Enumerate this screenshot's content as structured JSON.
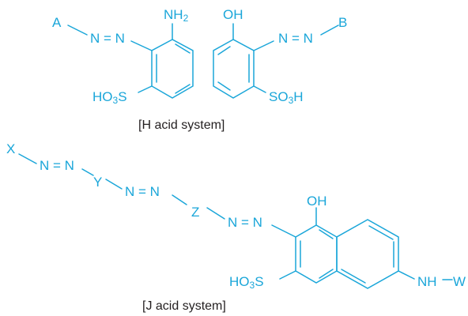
{
  "colors": {
    "structure": "#1aa6d9",
    "caption": "#231f20",
    "background": "#ffffff"
  },
  "h_acid": {
    "caption": "[H acid system]",
    "group_a": "A",
    "group_b": "B",
    "azo_left": "N = N",
    "azo_right": "N = N",
    "nh2_main": "NH",
    "nh2_sub": "2",
    "oh": "OH",
    "so3h_left_pre": "HO",
    "so3h_left_sub": "3",
    "so3h_left_post": "S",
    "so3h_right_pre": "SO",
    "so3h_right_sub": "3",
    "so3h_right_post": "H"
  },
  "j_acid": {
    "caption": "[J acid system]",
    "group_x": "X",
    "group_y": "Y",
    "group_z": "Z",
    "group_w": "W",
    "azo_1": "N = N",
    "azo_2": "N = N",
    "azo_3": "N = N",
    "oh": "OH",
    "nh": "NH",
    "so3h_pre": "HO",
    "so3h_sub": "3",
    "so3h_post": "S"
  }
}
